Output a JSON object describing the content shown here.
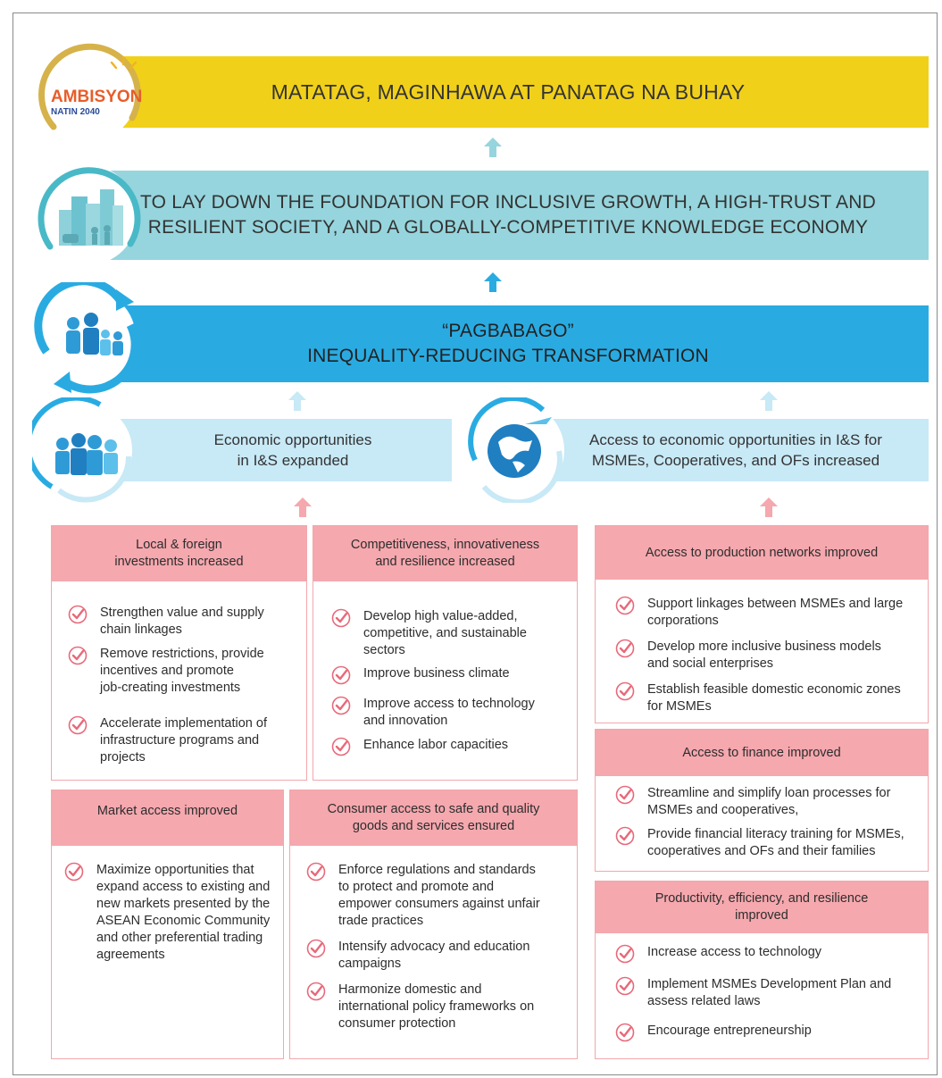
{
  "logo": {
    "line1": "AMBISYON",
    "line2": "NATIN 2040"
  },
  "bands": {
    "top": "MATATAG, MAGINHAWA AT PANATAG NA BUHAY",
    "second": [
      "TO LAY DOWN THE FOUNDATION FOR INCLUSIVE GROWTH, A HIGH-TRUST AND",
      "RESILIENT SOCIETY, AND A GLOBALLY-COMPETITIVE KNOWLEDGE ECONOMY"
    ],
    "third": [
      "“PAGBABAGO”",
      "INEQUALITY-REDUCING TRANSFORMATION"
    ],
    "left": [
      "Economic opportunities",
      "in I&S expanded"
    ],
    "right": [
      "Access to economic opportunities in I&S for",
      "MSMEs, Cooperatives, and OFs increased"
    ]
  },
  "colors": {
    "yellow": "#f1d01a",
    "teal": "#96d5dd",
    "blue": "#29abe2",
    "lightblue": "#c8e9f6",
    "pink": "#f5a8ae",
    "check": "#e8697a"
  },
  "boxes": {
    "local": {
      "title": [
        "Local & foreign",
        "investments increased"
      ],
      "items": [
        [
          "Strengthen value and supply",
          "chain linkages"
        ],
        [
          "Remove restrictions, provide",
          "incentives and promote",
          "job-creating investments"
        ],
        [
          "Accelerate implementation of",
          "infrastructure programs and",
          "projects"
        ]
      ]
    },
    "competitiveness": {
      "title": [
        "Competitiveness, innovativeness",
        "and resilience increased"
      ],
      "items": [
        [
          "Develop high value-added,",
          "competitive, and sustainable",
          "sectors"
        ],
        [
          "Improve business climate"
        ],
        [
          "Improve access to technology",
          "and innovation"
        ],
        [
          "Enhance labor capacities"
        ]
      ]
    },
    "production": {
      "title": [
        "Access to production networks improved"
      ],
      "items": [
        [
          "Support linkages between MSMEs and large",
          "corporations"
        ],
        [
          "Develop more inclusive business models",
          "and social enterprises"
        ],
        [
          "Establish feasible domestic economic zones",
          "for MSMEs"
        ]
      ]
    },
    "finance": {
      "title": [
        "Access to finance improved"
      ],
      "items": [
        [
          "Streamline and simplify loan processes for",
          "MSMEs and cooperatives,"
        ],
        [
          "Provide financial literacy training for MSMEs,",
          "cooperatives and OFs and their families"
        ]
      ]
    },
    "market": {
      "title": [
        "Market access improved"
      ],
      "items": [
        [
          "Maximize opportunities that",
          "expand access to existing and",
          "new markets presented by the",
          "ASEAN Economic Community",
          "and other preferential trading",
          "agreements"
        ]
      ]
    },
    "consumer": {
      "title": [
        "Consumer access to safe and quality",
        "goods and services ensured"
      ],
      "items": [
        [
          "Enforce regulations and standards",
          "to protect and promote and",
          "empower consumers against unfair",
          "trade practices"
        ],
        [
          "Intensify advocacy and education",
          "campaigns"
        ],
        [
          "Harmonize domestic and",
          "international policy frameworks on",
          "consumer protection"
        ]
      ]
    },
    "productivity": {
      "title": [
        "Productivity, efficiency, and resilience",
        "improved"
      ],
      "items": [
        [
          "Increase access to technology"
        ],
        [
          "Implement MSMEs Development Plan and",
          "assess related laws"
        ],
        [
          "Encourage entrepreneurship"
        ]
      ]
    }
  }
}
